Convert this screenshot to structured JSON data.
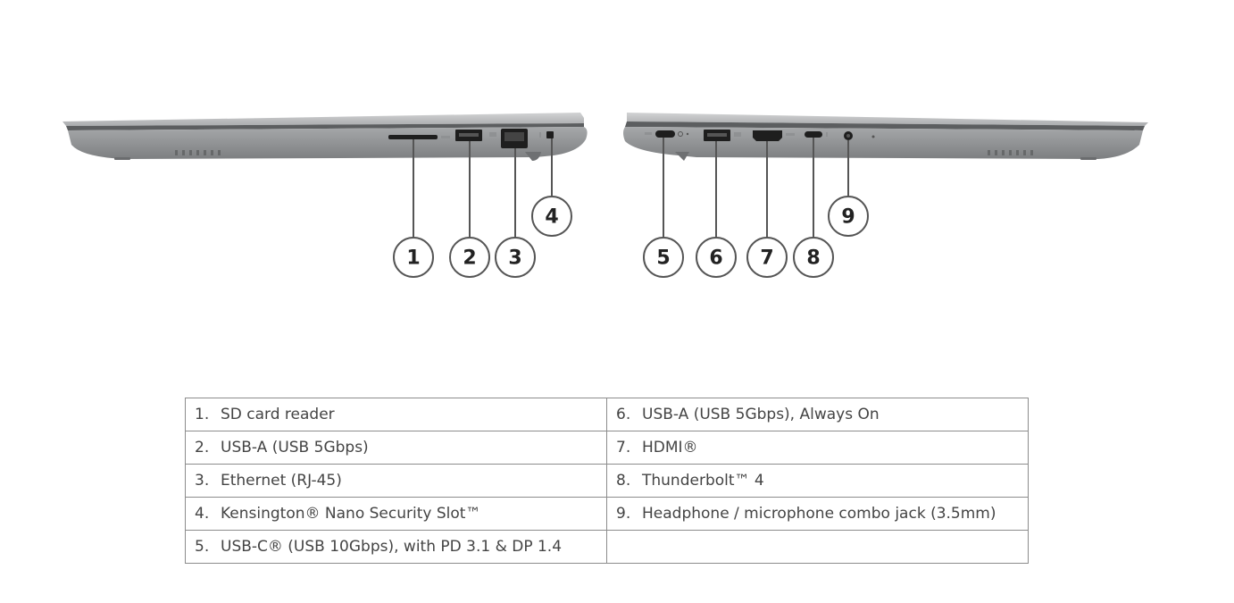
{
  "callouts": {
    "c1": "1",
    "c2": "2",
    "c3": "3",
    "c4": "4",
    "c5": "5",
    "c6": "6",
    "c7": "7",
    "c8": "8",
    "c9": "9"
  },
  "port_table": {
    "rows": [
      {
        "left_num": "1.",
        "left_text": "SD card reader",
        "right_num": "6.",
        "right_text": "USB-A (USB 5Gbps), Always On"
      },
      {
        "left_num": "2.",
        "left_text": "USB-A (USB 5Gbps)",
        "right_num": "7.",
        "right_text": "HDMI®"
      },
      {
        "left_num": "3.",
        "left_text": "Ethernet (RJ-45)",
        "right_num": "8.",
        "right_text": "Thunderbolt™ 4"
      },
      {
        "left_num": "4.",
        "left_text": "Kensington® Nano Security Slot™",
        "right_num": "9.",
        "right_text": "Headphone / microphone combo jack (3.5mm)"
      },
      {
        "left_num": "5.",
        "left_text": "USB-C® (USB 10Gbps), with PD 3.1 & DP 1.4",
        "right_num": "",
        "right_text": ""
      }
    ]
  },
  "colors": {
    "chassis_light": "#b9bbbd",
    "chassis_dark": "#8a8c8e",
    "port_black": "#1e1e1e",
    "leader_line": "#555555",
    "table_border": "#8c8c8c",
    "table_text": "#444444"
  }
}
